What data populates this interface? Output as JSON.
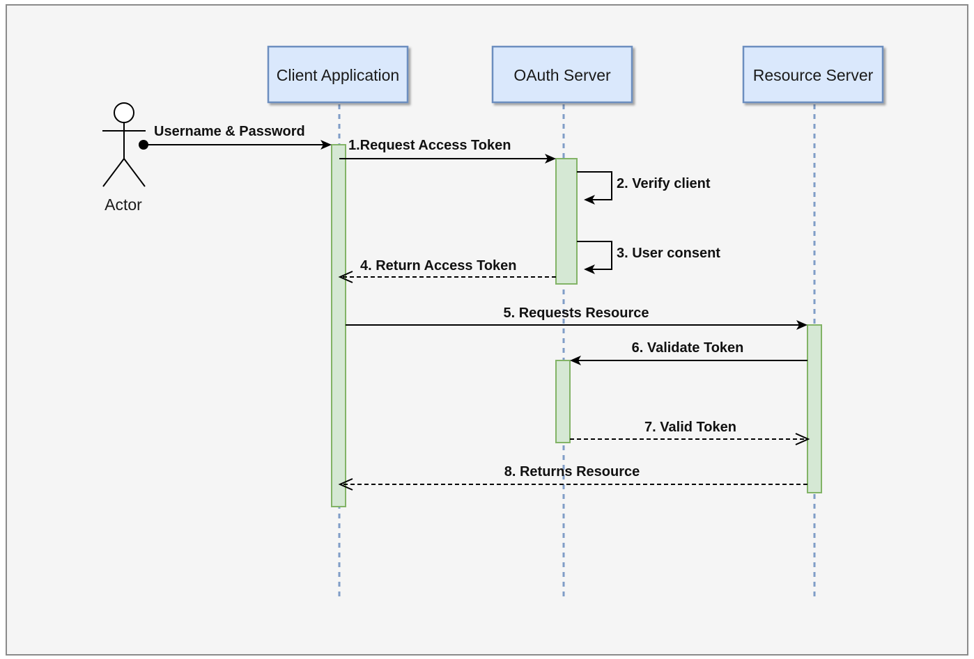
{
  "actor": {
    "label": "Actor"
  },
  "participants": [
    {
      "id": "client",
      "label": "Client Application"
    },
    {
      "id": "oauth",
      "label": "OAuth Server"
    },
    {
      "id": "resource",
      "label": "Resource Server"
    }
  ],
  "messages": [
    {
      "label": "Username & Password",
      "from": "actor",
      "to": "client",
      "style": "solid"
    },
    {
      "label": "1.Request Access Token",
      "from": "client",
      "to": "oauth",
      "style": "solid"
    },
    {
      "label": "2. Verify client",
      "from": "oauth",
      "to": "oauth",
      "style": "self"
    },
    {
      "label": "3. User consent",
      "from": "oauth",
      "to": "oauth",
      "style": "self"
    },
    {
      "label": "4. Return Access Token",
      "from": "oauth",
      "to": "client",
      "style": "dashed"
    },
    {
      "label": "5. Requests Resource",
      "from": "client",
      "to": "resource",
      "style": "solid"
    },
    {
      "label": "6. Validate Token",
      "from": "resource",
      "to": "oauth",
      "style": "solid"
    },
    {
      "label": "7. Valid Token",
      "from": "oauth",
      "to": "resource",
      "style": "dashed"
    },
    {
      "label": "8. Returns Resource",
      "from": "resource",
      "to": "client",
      "style": "dashed"
    }
  ],
  "colors": {
    "participant_fill": "#dae8fc",
    "participant_stroke": "#6c8ebf",
    "activation_fill": "#d5e8d4",
    "activation_stroke": "#82b366",
    "lifeline": "#6c8ebf",
    "line": "#000000"
  }
}
